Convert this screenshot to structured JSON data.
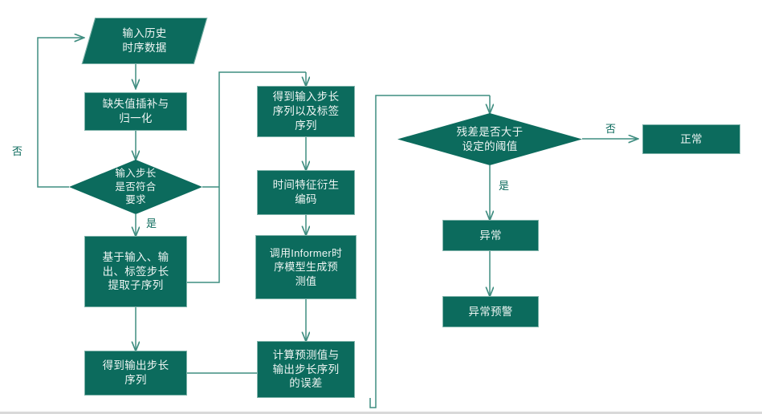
{
  "diagram": {
    "title": "Informer time-series anomaly detection flowchart",
    "accent_color": "#0c6b5d",
    "line_color": "#3f8d80",
    "text_color": "#eef5f3"
  },
  "nodes": [
    {
      "id": "input-history",
      "shape": "parallelogram",
      "label": "输入历史\n时序数据"
    },
    {
      "id": "impute-normalize",
      "shape": "rect",
      "label": "缺失值插补与\n归一化"
    },
    {
      "id": "check-step-length",
      "shape": "diamond",
      "label": "输入步长\n是否符合\n要求"
    },
    {
      "id": "extract-subsequence",
      "shape": "rect",
      "label": "基于输入、输\n出、标签步长\n提取子序列"
    },
    {
      "id": "output-step-sequence",
      "shape": "rect",
      "label": "得到输出步长\n序列"
    },
    {
      "id": "input-step-and-label",
      "shape": "rect",
      "label": "得到输入步长\n序列以及标签\n序列"
    },
    {
      "id": "time-feature-encode",
      "shape": "rect",
      "label": "时间特征衍生\n编码"
    },
    {
      "id": "informer-predict",
      "shape": "rect",
      "label": "调用Informer时\n序模型生成预\n测值"
    },
    {
      "id": "compute-error",
      "shape": "rect",
      "label": "计算预测值与\n输出步长序列\n的误差"
    },
    {
      "id": "residual-threshold",
      "shape": "diamond",
      "label": "残差是否大于\n设定的阈值"
    },
    {
      "id": "normal",
      "shape": "rect",
      "label": "正常"
    },
    {
      "id": "abnormal",
      "shape": "rect",
      "label": "异常"
    },
    {
      "id": "abnormal-alert",
      "shape": "rect",
      "label": "异常预警"
    }
  ],
  "edge_labels": {
    "step_no": "否",
    "step_yes": "是",
    "residual_no": "否",
    "residual_yes": "是"
  }
}
